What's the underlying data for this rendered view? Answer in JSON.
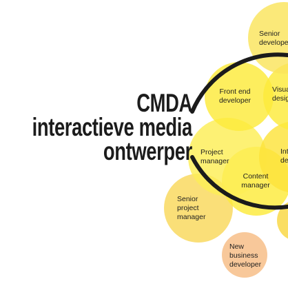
{
  "title": {
    "line1": "CMDA",
    "line2": "interactieve media",
    "line3": "ontwerper"
  },
  "colors": {
    "yellow_bright": "#fdeb2e",
    "yellow_main": "#fde33a",
    "yellow_dark": "#f9d848",
    "orange_light": "#f8c89a",
    "arc": "#1b1b1b",
    "text": "#1e1e1e"
  },
  "roles": [
    {
      "id": "senior-developer",
      "lines": [
        "Senior",
        "developer"
      ],
      "color": "#fae45c"
    },
    {
      "id": "front-end-developer",
      "lines": [
        "Front end",
        "developer"
      ],
      "color": "#fdea3a"
    },
    {
      "id": "visual-designer",
      "lines": [
        "Visual",
        "designer"
      ],
      "color": "#fdea3a"
    },
    {
      "id": "project-manager",
      "lines": [
        "Project",
        "manager"
      ],
      "color": "#fdee55"
    },
    {
      "id": "interaction-designer",
      "lines": [
        "Interaction",
        "designer"
      ],
      "color": "#fde33a"
    },
    {
      "id": "content-manager",
      "lines": [
        "Content",
        "manager"
      ],
      "color": "#fdea3a"
    },
    {
      "id": "senior-project-manager",
      "lines": [
        "Senior",
        "project",
        "manager"
      ],
      "color": "#f9d85a"
    },
    {
      "id": "new-business-developer",
      "lines": [
        "New",
        "business",
        "developer"
      ],
      "color": "#f8c89a"
    }
  ]
}
